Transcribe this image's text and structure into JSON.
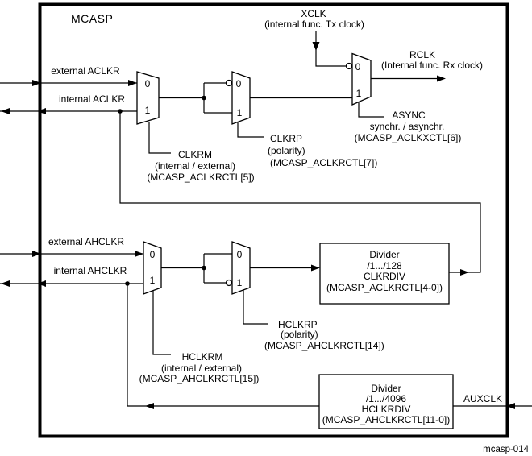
{
  "colors": {
    "ink": "#000000",
    "background": "#ffffff"
  },
  "title": "MCASP",
  "caption": "mcasp-014",
  "mux": {
    "in0": "0",
    "in1": "1"
  },
  "xclk": {
    "name": "XCLK",
    "desc": "(internal func. Tx clock)"
  },
  "rclk": {
    "name": "RCLK",
    "desc": "(Internal func. Rx clock)"
  },
  "auxclk": {
    "name": "AUXCLK"
  },
  "row1": {
    "external": "external ACLKR",
    "internal": "internal ACLKR",
    "clkrm": {
      "l1": "CLKRM",
      "l2": "(internal / external)",
      "l3": "(MCASP_ACLKRCTL[5])"
    },
    "clkrp": {
      "l1": "CLKRP",
      "l2": "(polarity)",
      "l3": "(MCASP_ACLKRCTL[7])"
    },
    "async": {
      "l1": "ASYNC",
      "l2": "synchr. / asynchr.",
      "l3": "(MCASP_ACLKXCTL[6])"
    }
  },
  "row2": {
    "external": "external AHCLKR",
    "internal": "internal AHCLKR",
    "hclkrm": {
      "l1": "HCLKRM",
      "l2": "(internal / external)",
      "l3": "(MCASP_AHCLKRCTL[15])"
    },
    "hclkrp": {
      "l1": "HCLKRP",
      "l2": "(polarity)",
      "l3": "(MCASP_AHCLKRCTL[14])"
    },
    "clkrdiv": {
      "l1": "Divider",
      "l2": "/1.../128",
      "l3": "CLKRDIV",
      "l4": "(MCASP_ACLKRCTL[4-0])"
    }
  },
  "hclkrdiv": {
    "l1": "Divider",
    "l2": "/1.../4096",
    "l3": "HCLKRDIV",
    "l4": "(MCASP_AHCLKRCTL[11-0])"
  }
}
